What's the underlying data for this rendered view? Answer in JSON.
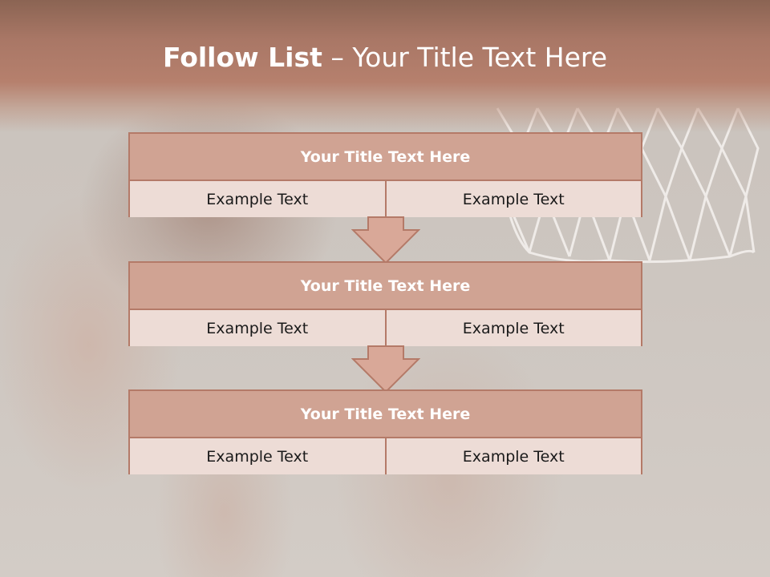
{
  "slide": {
    "title_bold": "Follow List",
    "title_rest": " – Your Title Text Here"
  },
  "blocks": [
    {
      "heading": "Your Title Text Here",
      "left": "Example Text",
      "right": "Example Text"
    },
    {
      "heading": "Your Title Text Here",
      "left": "Example Text",
      "right": "Example Text"
    },
    {
      "heading": "Your Title Text Here",
      "left": "Example Text",
      "right": "Example Text"
    }
  ],
  "colors": {
    "header_band": "#b6806d",
    "block_title_fill": "#d0a393",
    "block_body_fill": "#eddcd6",
    "outline": "#b47a68",
    "arrow_fill": "#d9a898"
  },
  "icons": {
    "arrow": "down-arrow-icon",
    "background": "basketball-hoop-net-photo"
  }
}
